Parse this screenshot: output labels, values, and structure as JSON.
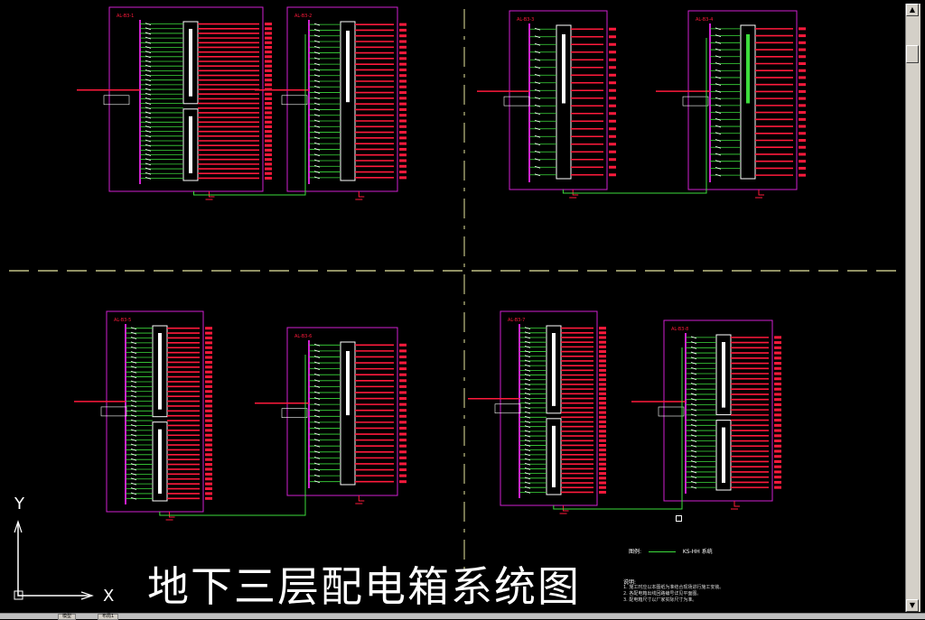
{
  "drawing_title": "地下三层配电箱系统图",
  "axis_labels": {
    "x": "X",
    "y": "Y"
  },
  "legend": {
    "label": "图例:",
    "line_text": "KS-HH 系统"
  },
  "notes": {
    "title": "说明:",
    "lines": [
      "1. 施工时应以本图纸为准结合现场进行施工安装。",
      "2. 各配电箱出线回路编号详见平面图。",
      "3. 配电箱尺寸以厂家实际尺寸为准。"
    ]
  },
  "panels": [
    {
      "id": "p1",
      "label": "AL-B3-1"
    },
    {
      "id": "p2",
      "label": "AL-B3-2"
    },
    {
      "id": "p3",
      "label": "AL-B3-3"
    },
    {
      "id": "p4",
      "label": "AL-B3-4"
    },
    {
      "id": "p5",
      "label": "AL-B3-5"
    },
    {
      "id": "p6",
      "label": "AL-B3-6"
    },
    {
      "id": "p7",
      "label": "AL-B3-7"
    },
    {
      "id": "p8",
      "label": "AL-B3-8"
    }
  ],
  "bottom_tabs": [
    "模型",
    "布局1"
  ],
  "colors": {
    "background": "#000000",
    "panel_frame": "#d020d0",
    "circuit_red": "#ff1a3c",
    "breaker_green": "#3cdc3c",
    "white": "#ffffff",
    "yellow": "#ffff30",
    "center_line": "#e8e8a0"
  }
}
